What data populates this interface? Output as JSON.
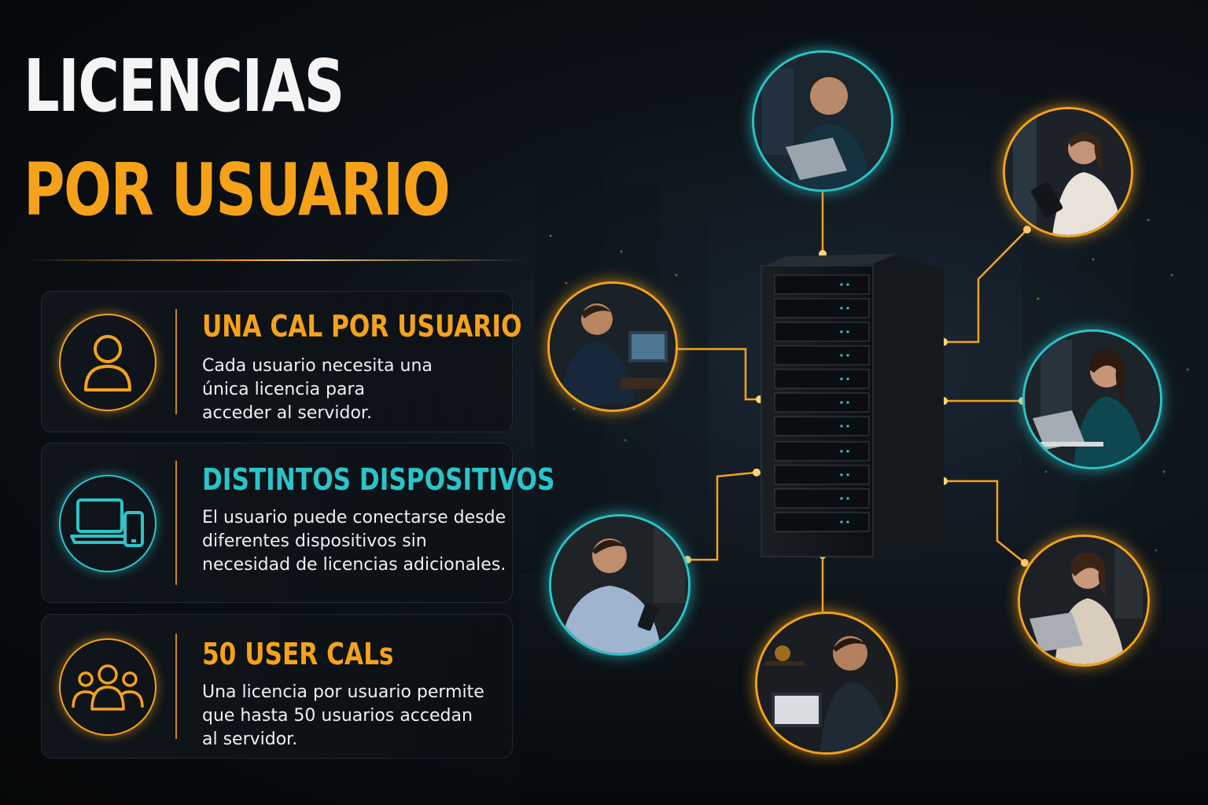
{
  "header": {
    "title_line_1": "LICENCIAS",
    "title_line_2": "POR USUARIO"
  },
  "cards": [
    {
      "icon": "user-icon",
      "heading": "UNA CAL POR USUARIO",
      "body": "Cada usuario necesita una única licencia para acceder al servidor.",
      "accent": "#f5a21a"
    },
    {
      "icon": "devices-icon",
      "heading": "DISTINTOS DISPOSITIVOS",
      "body": "El usuario puede conectarse desde diferentes dispositivos sin necesidad de licencias adicionales.",
      "accent": "#2bc4c8"
    },
    {
      "icon": "users-group-icon",
      "heading": "50 USER CALs",
      "body": "Una licencia por usuario permite que hasta 50 usuarios accedan al servidor.",
      "accent": "#f5a21a"
    }
  ],
  "colors": {
    "orange": "#f5a21a",
    "teal": "#2bc4c8",
    "background": "#0a0f14"
  }
}
